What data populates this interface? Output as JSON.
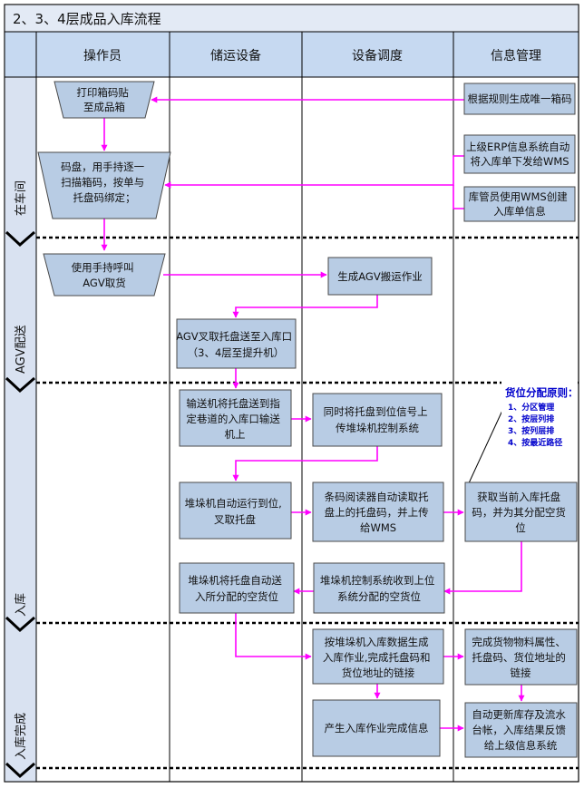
{
  "title": "2、3、4层成品入库流程",
  "columns": [
    "操作员",
    "储运设备",
    "设备调度",
    "信息管理"
  ],
  "lanes": [
    "在车间",
    "AGV配送",
    "入库",
    "入库完成"
  ],
  "colors": {
    "box_fill": "#b8cce4",
    "box_stroke": "#4a4a4a",
    "arrow": "#ff00ff",
    "header_fill": "#c6d9f1",
    "title_fill": "#e3eaf5",
    "lane_fill": "#d9e2f1",
    "note_text": "#0000cc"
  },
  "steps": {
    "print_label": [
      "打印箱码贴",
      "至成品箱"
    ],
    "gen_box_code": [
      "根据规则生成唯一箱码"
    ],
    "stack_scan": [
      "码盘，用手持逐一",
      "扫描箱码，按单与",
      "托盘码绑定；"
    ],
    "erp_issue": [
      "上级ERP信息系统自动",
      "将入库单下发给WMS"
    ],
    "wms_create": [
      "库管员使用WMS创建",
      "入库单信息"
    ],
    "call_agv": [
      "使用手持呼叫",
      "AGV取货"
    ],
    "gen_agv_job": [
      "生成AGV搬运作业"
    ],
    "agv_fork": [
      "AGV叉取托盘送至入库口",
      "（3、4层至提升机）"
    ],
    "conveyor": [
      "输送机将托盘送到指",
      "定巷道的入库口输送",
      "机上"
    ],
    "upload_plc": [
      "同时将托盘到位信号上",
      "传堆垛机控制系统"
    ],
    "stacker_run": [
      "堆垛机自动运行到位,",
      "叉取托盘"
    ],
    "barcode_read": [
      "条码阅读器自动读取托",
      "盘上的托盘码，并上传",
      "给WMS"
    ],
    "get_location": [
      "获取当前入库托盘",
      "码，并为其分配空货",
      "位"
    ],
    "stacker_store": [
      "堆垛机将托盘自动送",
      "入所分配的空货位"
    ],
    "plc_receive": [
      "堆垛机控制系统收到上位",
      "系统分配的空货位"
    ],
    "gen_task": [
      "按堆垛机入库数据生成",
      "入库作业,完成托盘码和",
      "货位地址的链接"
    ],
    "link_props": [
      "完成货物物料属性、",
      "托盘码、货位地址的",
      "链接"
    ],
    "done_info": [
      "产生入库作业完成信息"
    ],
    "update_stock": [
      "自动更新库存及流水",
      "台帐，入库结果反馈",
      "给上级信息系统"
    ]
  },
  "note": {
    "title": "货位分配原则：",
    "items": [
      "1、分区管理",
      "2、按层列排",
      "3、按列层排",
      "4、按最近路径"
    ]
  }
}
